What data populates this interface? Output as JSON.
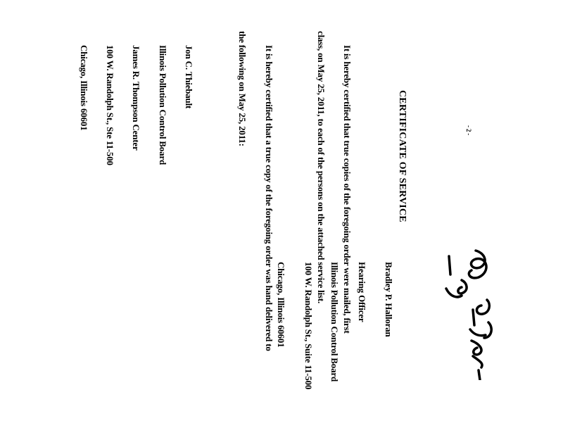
{
  "certificate": {
    "title": "CERTIFICATE OF SERVICE",
    "mark": "- 2 -",
    "paragraph1_line1": "It is hereby certified that true copies of the foregoing order were mailed, first",
    "paragraph1_line2": "class, on May 25, 2011, to each of the persons on the attached service list.",
    "paragraph2_line1": "It is hereby certified that a true copy of the foregoing order was hand delivered to",
    "paragraph2_line2": "the following on May 25, 2011:"
  },
  "signer": {
    "name": "Bradley P. Halloran",
    "title": "Hearing Officer",
    "org": "Illinois Pollution Control Board",
    "address": "100 W. Randolph St., Suite 11-500",
    "city": "Chicago, Illinois 60601"
  },
  "recipient": {
    "name": "Jon C. Thiebault",
    "org": "Illinois Pollution Control Board",
    "building": "James R. Thompson Center",
    "address": "100 W. Randolph St., Ste 11-500",
    "city": "Chicago, Illinois 60601"
  }
}
